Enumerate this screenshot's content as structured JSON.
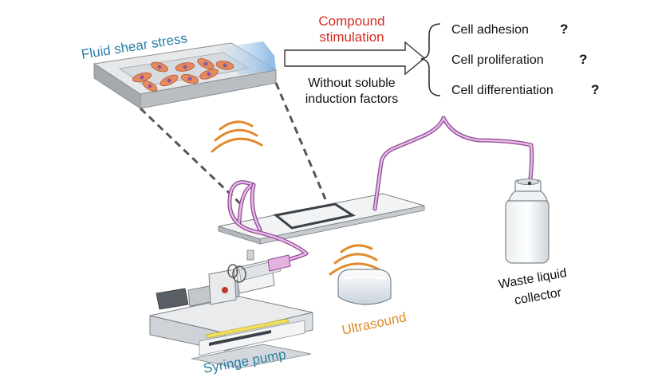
{
  "labels": {
    "fluid_shear_stress": "Fluid shear stress",
    "compound_line1": "Compound",
    "compound_line2": "stimulation",
    "without_line1": "Without soluble",
    "without_line2": "induction factors",
    "outcomes": [
      {
        "text": "Cell adhesion",
        "mark": "?"
      },
      {
        "text": "Cell proliferation",
        "mark": "?"
      },
      {
        "text": "Cell differentiation",
        "mark": "?"
      }
    ],
    "ultrasound": "Ultrasound",
    "syringe_pump": "Syringe pump",
    "waste_line1": "Waste liquid",
    "waste_line2": "collector"
  },
  "colors": {
    "fluid_label": "#2a7fa6",
    "compound": "#d22b1f",
    "ultrasound": "#e08a2a",
    "tube": "#c678c8",
    "cell": "#e48a5c",
    "nucleus": "#8a5a9e"
  },
  "icons": [
    "right-arrow-icon",
    "brace-icon",
    "ultrasound-wave-icon"
  ]
}
